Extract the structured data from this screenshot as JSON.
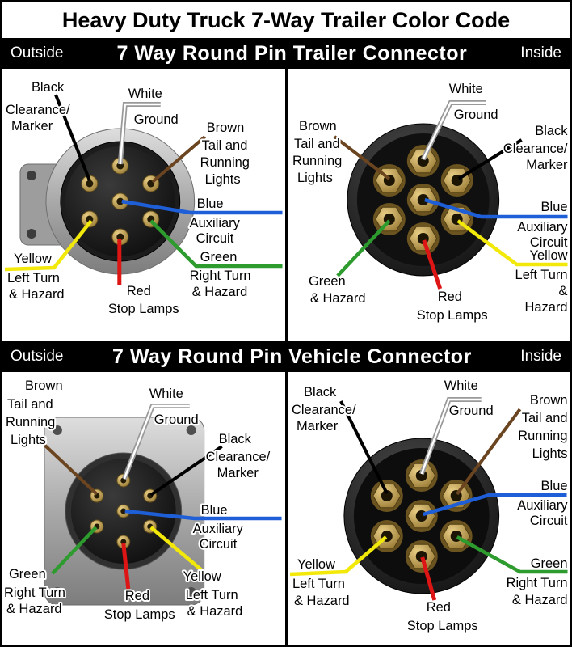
{
  "title": "Heavy Duty Truck 7-Way Trailer Color Code",
  "sections": [
    {
      "outside": "Outside",
      "title": "7 Way Round Pin Trailer Connector",
      "inside": "Inside"
    },
    {
      "outside": "Outside",
      "title": "7 Way Round Pin Vehicle Connector",
      "inside": "Inside"
    }
  ],
  "wires": {
    "black": {
      "name": "Black",
      "fn1": "Clearance/",
      "fn2": "Marker",
      "hex": "#000000"
    },
    "white": {
      "name": "White",
      "fn1": "Ground",
      "hex": "#ffffff",
      "leader_hex": "#999999"
    },
    "brown": {
      "name": "Brown",
      "fn1": "Tail and",
      "fn2": "Running",
      "fn3": "Lights",
      "hex": "#6b4420"
    },
    "blue": {
      "name": "Blue",
      "fn1": "Auxiliary",
      "fn2": "Circuit",
      "hex": "#1e5ed6"
    },
    "green": {
      "name": "Green",
      "fn1": "Right Turn",
      "fn2": "& Hazard",
      "hex": "#2d9b2d"
    },
    "yellow": {
      "name": "Yellow",
      "fn1": "Left Turn",
      "fn2": "& Hazard",
      "amp": "&",
      "hazard": "Hazard",
      "hex": "#f2e90a"
    },
    "red": {
      "name": "Red",
      "fn1": "Stop Lamps",
      "hex": "#dd1515"
    }
  }
}
